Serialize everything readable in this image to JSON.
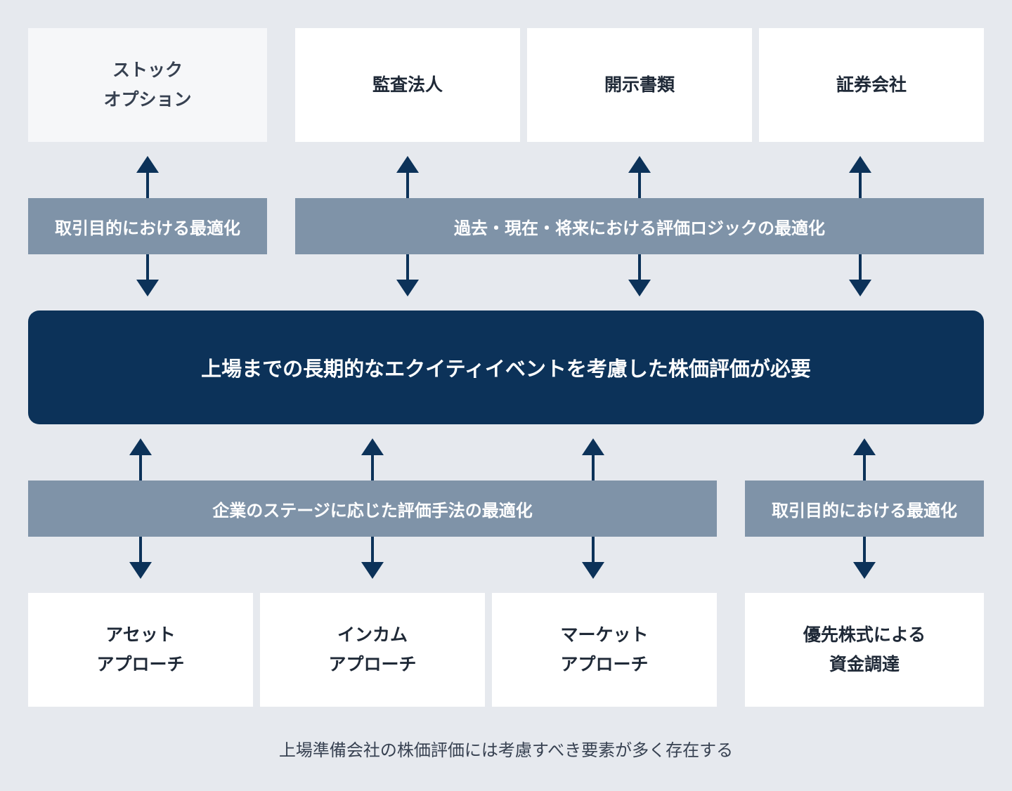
{
  "top_cards": [
    {
      "label": "ストック\nオプション"
    },
    {
      "label": "監査法人"
    },
    {
      "label": "開示書類"
    },
    {
      "label": "証券会社"
    }
  ],
  "top_bands": [
    {
      "label": "取引目的における最適化"
    },
    {
      "label": "過去・現在・将来における評価ロジックの最適化"
    }
  ],
  "center_box": {
    "label": "上場までの長期的なエクイティイベントを考慮した株価評価が必要"
  },
  "bottom_bands": [
    {
      "label": "企業のステージに応じた評価手法の最適化"
    },
    {
      "label": "取引目的における最適化"
    }
  ],
  "bottom_cards": [
    {
      "label": "アセット\nアプローチ"
    },
    {
      "label": "インカム\nアプローチ"
    },
    {
      "label": "マーケット\nアプローチ"
    },
    {
      "label": "優先株式による\n資金調達"
    }
  ],
  "caption": "上場準備会社の株価評価には考慮すべき要素が多く存在する",
  "colors": {
    "background": "#e6e9ee",
    "band": "#7f93a8",
    "center": "#0c3259",
    "arrow": "#0c3259"
  }
}
